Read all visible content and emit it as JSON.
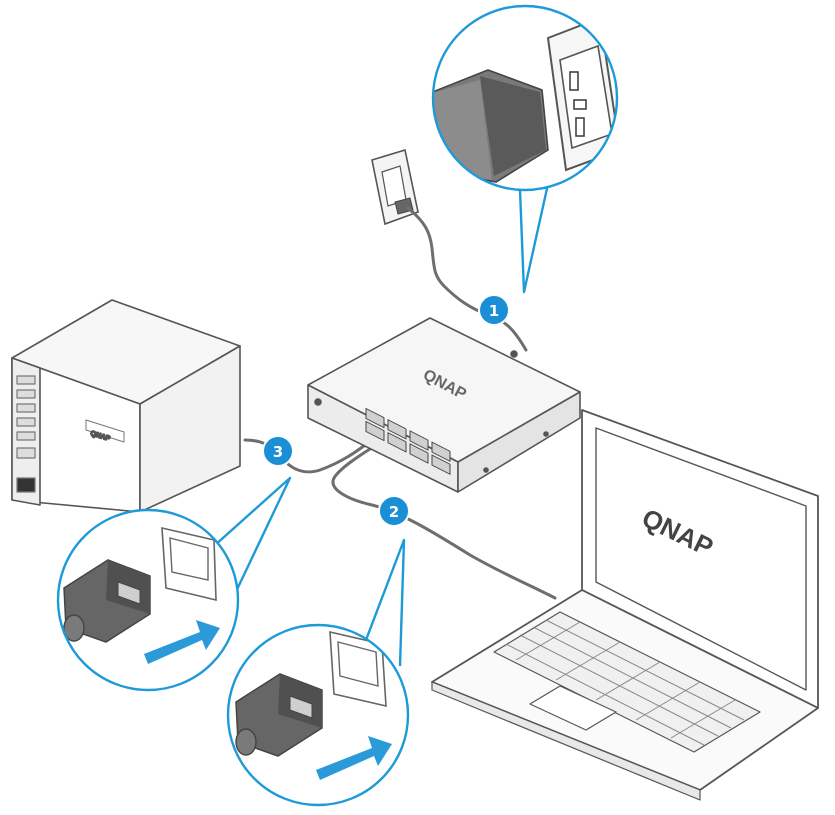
{
  "brand": {
    "switch_logo": "QNAP",
    "laptop_logo": "QNAP",
    "nas_logo": "QNAP"
  },
  "steps": [
    {
      "number": "1"
    },
    {
      "number": "2"
    },
    {
      "number": "3"
    }
  ],
  "colors": {
    "accent": "#1a8fd6",
    "callout_stroke": "#1d9ad8",
    "arrow": "#2a9ad8",
    "line": "#6e6e6e",
    "plug_dark": "#555555"
  }
}
